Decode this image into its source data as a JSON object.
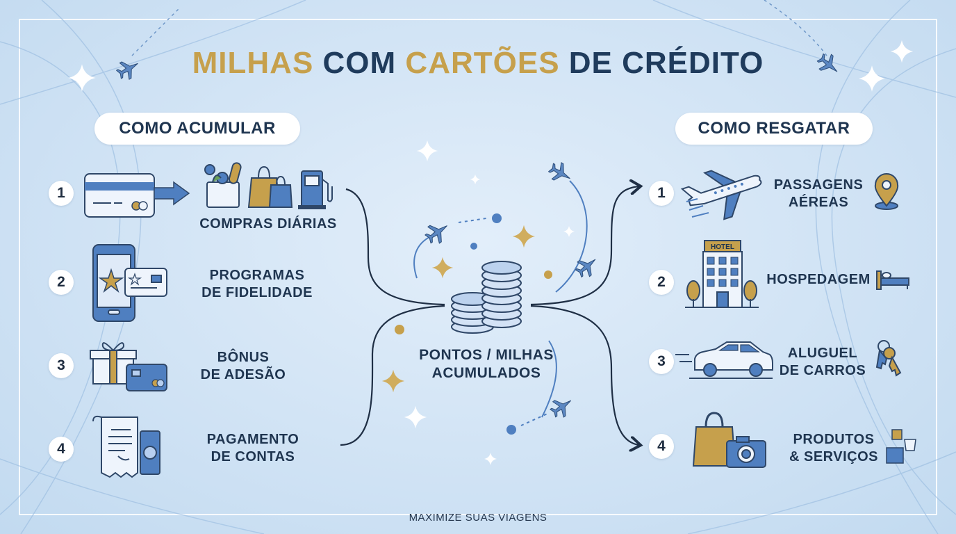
{
  "title": {
    "part1": "MILHAS",
    "part2": "COM",
    "part3": "CARTÕES",
    "part4": "DE CRÉDITO"
  },
  "accumulate": {
    "heading": "COMO ACUMULAR",
    "items": [
      {
        "num": "1",
        "label": "COMPRAS DIÁRIAS"
      },
      {
        "num": "2",
        "line1": "PROGRAMAS",
        "line2": "DE FIDELIDADE"
      },
      {
        "num": "3",
        "line1": "BÔNUS",
        "line2": "DE ADESÃO"
      },
      {
        "num": "4",
        "line1": "PAGAMENTO",
        "line2": "DE CONTAS"
      }
    ]
  },
  "center": {
    "line1": "PONTOS / MILHAS",
    "line2": "ACUMULADOS"
  },
  "redeem": {
    "heading": "COMO RESGATAR",
    "items": [
      {
        "num": "1",
        "line1": "PASSAGENS",
        "line2": "AÉREAS"
      },
      {
        "num": "2",
        "label": "HOSPEDAGEM",
        "sign": "HOTEL"
      },
      {
        "num": "3",
        "line1": "ALUGUEL",
        "line2": "DE CARROS"
      },
      {
        "num": "4",
        "line1": "PRODUTOS",
        "line2": "& SERVIÇOS"
      }
    ]
  },
  "footer": "MAXIMIZE SUAS VIAGENS",
  "colors": {
    "navy": "#1f3550",
    "gold": "#c6a04c",
    "blue": "#4f7fc0",
    "light_blue": "#b7cff0",
    "background": "#cfe3f5"
  },
  "icons": [
    "credit-card-icon",
    "grocery-bag-icon",
    "shopping-bags-icon",
    "fuel-pump-icon",
    "smartphone-icon",
    "loyalty-card-icon",
    "gift-box-icon",
    "receipt-icon",
    "banknote-icon",
    "coin-stack-icon",
    "airplane-icon",
    "map-pin-icon",
    "hotel-building-icon",
    "bed-icon",
    "car-icon",
    "car-keys-icon",
    "shopping-bag-icon",
    "camera-icon",
    "sparkle-icon"
  ]
}
